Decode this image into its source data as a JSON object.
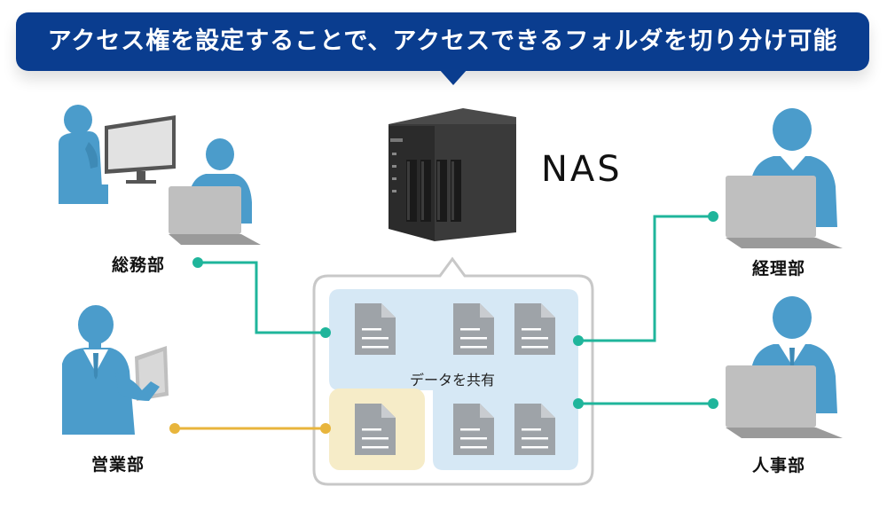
{
  "banner": {
    "text": "アクセス権を設定することで、アクセスできるフォルダを切り分け可能"
  },
  "nas": {
    "label": "NAS"
  },
  "departments": {
    "general_affairs": "総務部",
    "sales": "営業部",
    "accounting": "経理部",
    "hr": "人事部"
  },
  "shared": {
    "label": "データを共有"
  },
  "colors": {
    "banner": "#0a3d8f",
    "person": "#4b9ccb",
    "shared_bg": "#d6e8f5",
    "sales_bg": "#f6ecc8",
    "teal_line": "#1fb59b",
    "yellow_line": "#e8b53c"
  }
}
